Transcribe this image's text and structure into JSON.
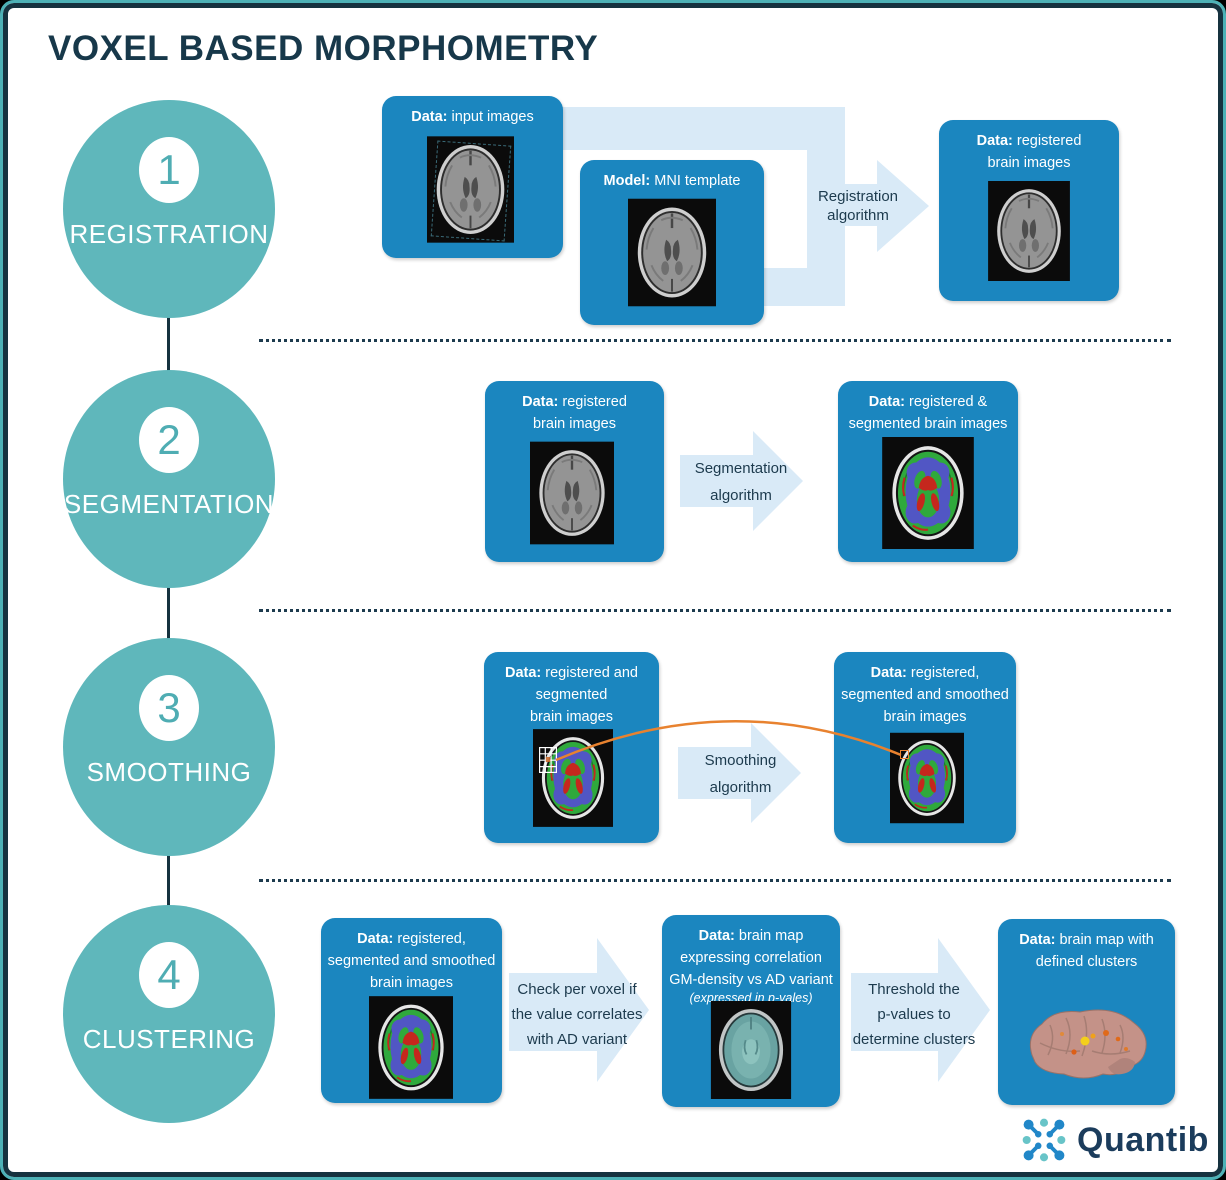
{
  "title": "VOXEL BASED MORPHOMETRY",
  "steps": [
    {
      "number": "1",
      "label": "REGISTRATION"
    },
    {
      "number": "2",
      "label": "SEGMENTATION"
    },
    {
      "number": "3",
      "label": "SMOOTHING"
    },
    {
      "number": "4",
      "label": "CLUSTERING"
    }
  ],
  "rows": {
    "registration": {
      "input_box": {
        "prefix": "Data:",
        "text": " input images"
      },
      "model_box": {
        "prefix": "Model:",
        "text": " MNI template"
      },
      "arrow_label": "Registration\nalgorithm",
      "output_box": {
        "prefix": "Data:",
        "text": " registered\nbrain images"
      }
    },
    "segmentation": {
      "input_box": {
        "prefix": "Data:",
        "text": " registered\nbrain images"
      },
      "arrow_label": "Segmentation\nalgorithm",
      "output_box": {
        "prefix": "Data:",
        "text": " registered &\nsegmented brain images"
      }
    },
    "smoothing": {
      "input_box": {
        "prefix": "Data:",
        "text": " registered and\nsegmented\nbrain images"
      },
      "arrow_label": "Smoothing\nalgorithm",
      "output_box": {
        "prefix": "Data:",
        "text": " registered,\nsegmented and smoothed\nbrain images"
      }
    },
    "clustering": {
      "input_box": {
        "prefix": "Data:",
        "text": " registered,\nsegmented and smoothed\nbrain images"
      },
      "arrow1_label": "Check per voxel if\nthe value correlates\nwith AD variant",
      "middle_box": {
        "prefix": "Data:",
        "text": " brain map\nexpressing correlation\nGM-density vs AD variant",
        "note": "(expressed in p-vales)"
      },
      "arrow2_label": "Threshold the\np-values to\ndetermine clusters",
      "output_box": {
        "prefix": "Data:",
        "text": " brain map with\ndefined clusters"
      }
    }
  },
  "logo": {
    "brand": "Quantib"
  },
  "colors": {
    "box_blue": "#1b86bf",
    "arrow_light_blue": "#d9eaf7",
    "circle_teal": "#5fb7bb",
    "navy_text": "#1c3a4d",
    "orange_accent": "#e8822f",
    "logo_navy": "#1b3c5c"
  }
}
